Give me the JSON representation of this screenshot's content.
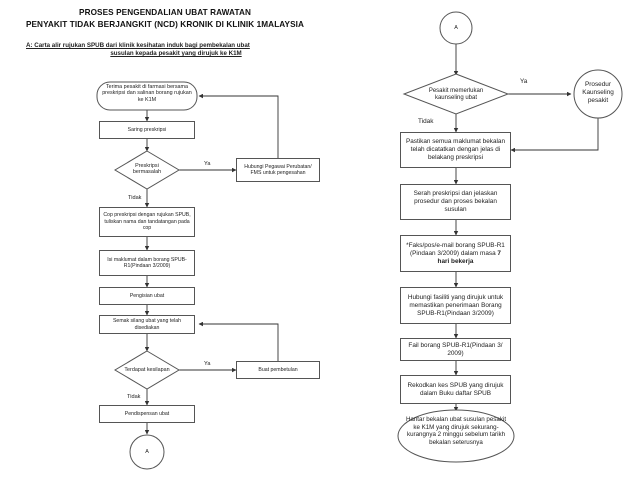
{
  "title_line1": "PROSES PENGENDALIAN UBAT RAWATAN",
  "title_line2": "PENYAKIT TIDAK BERJANGKIT (NCD) KRONIK DI KLINIK 1MALAYSIA",
  "subtitle_line1": "A: Carta alir rujukan SPUB dari klinik kesihatan induk bagi pembekalan ubat",
  "subtitle_line2": "susulan kepada pesakit yang dirujuk ke K1M",
  "left": {
    "start": "Terima pesakit di farmasi bersama preskripsi dan salinan borang rujukan ke K1M",
    "saring": "Saring preskripsi",
    "decision1": "Preskripsi bermasalah",
    "hubungi": "Hubungi Pegawai Perubatan/ FMS untuk pengesahan",
    "cop": "Cop preskripsi dengan rujukan SPUB, tuliskan nama dan tandatangan pada cop",
    "isi": "Isi maklumat dalam borang SPUB-R1(Pindaan 3/2009)",
    "pengisian": "Pengisian ubat",
    "semak": "Semak silang ubat yang telah disediakan",
    "decision2": "Terdapat kesilapan",
    "buat": "Buat pembetulan",
    "pendispensan": "Pendispensan ubat",
    "connector": "A",
    "ya1": "Ya",
    "tidak1": "Tidak",
    "ya2": "Ya",
    "tidak2": "Tidak"
  },
  "right": {
    "connector": "A",
    "decision": "Pesakit memerlukan kaunseling ubat",
    "ya": "Ya",
    "tidak": "Tidak",
    "kaunseling": "Prosedur Kaunseling pesakit",
    "pastikan": "Pastikan semua maklumat bekalan telah dicatatkan dengan jelas di belakang preskripsi",
    "serah": "Serah preskripsi dan jelaskan prosedur dan proses bekalan susulan",
    "faks_a": "*Faks/pos/e-mail borang SPUB-R1 (Pindaan 3/2009) dalam masa ",
    "faks_b": "7 hari bekerja",
    "hubungi": "Hubungi fasiliti yang dirujuk untuk memastikan penerimaan Borang SPUB-R1(Pindaan 3/2009)",
    "fail": "Fail borang SPUB-R1(Pindaan 3/ 2009)",
    "rekod": "Rekodkan kes SPUB yang dirujuk dalam Buku daftar SPUB",
    "hantar": "Hantar bekalan ubat susulan pesakit ke K1M yang dirujuk sekurang-kurangnya 2 minggu sebelum tarikh bekalan seterusnya"
  }
}
